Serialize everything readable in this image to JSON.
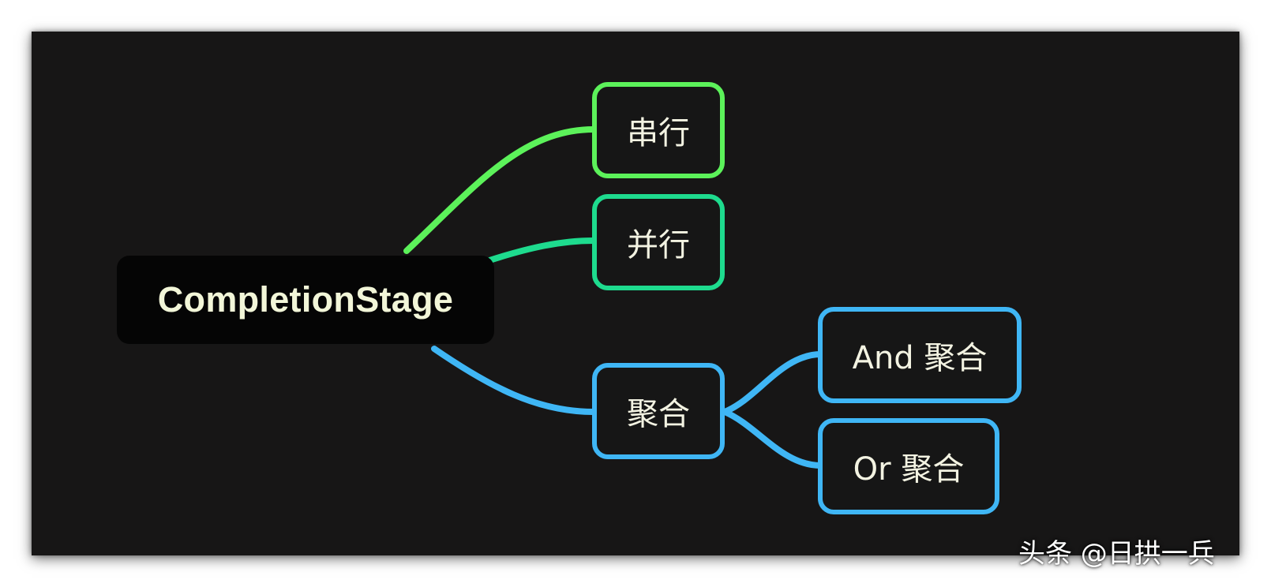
{
  "diagram": {
    "root": {
      "label": "CompletionStage"
    },
    "branches": [
      {
        "id": "serial",
        "label": "串行",
        "color": "#5cf25a"
      },
      {
        "id": "parallel",
        "label": "并行",
        "color": "#1edb8e"
      },
      {
        "id": "aggregate",
        "label": "聚合",
        "color": "#3fb6f5",
        "children": [
          {
            "id": "and-aggregate",
            "label": "And 聚合"
          },
          {
            "id": "or-aggregate",
            "label": "Or 聚合"
          }
        ]
      }
    ]
  },
  "watermark": {
    "text": "头条 @日拱一兵"
  }
}
